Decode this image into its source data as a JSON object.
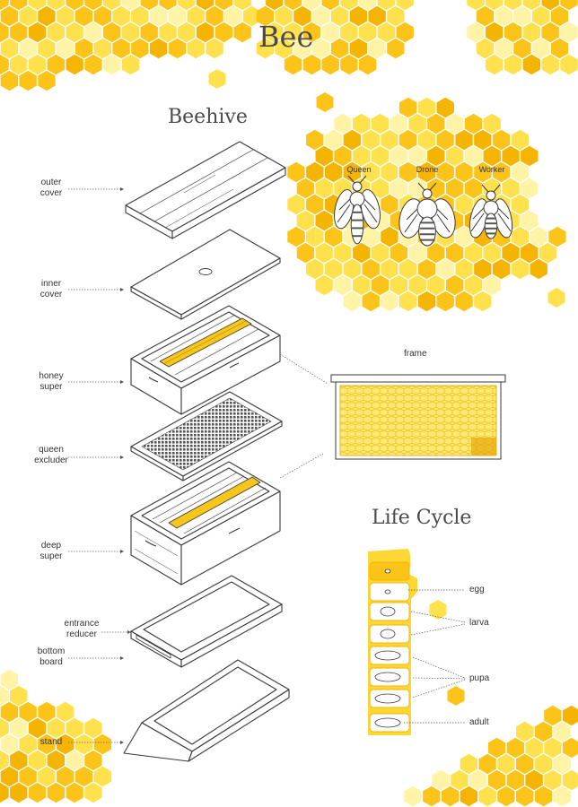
{
  "title": "Bee",
  "beehive": {
    "heading": "Beehive",
    "parts": [
      {
        "line1": "outer",
        "line2": "cover"
      },
      {
        "line1": "inner",
        "line2": "cover"
      },
      {
        "line1": "honey",
        "line2": "super"
      },
      {
        "line1": "queen",
        "line2": "excluder"
      },
      {
        "line1": "deep",
        "line2": "super"
      },
      {
        "line1": "entrance",
        "line2": "reducer"
      },
      {
        "line1": "bottom",
        "line2": "board"
      },
      {
        "line1": "stand",
        "line2": ""
      }
    ],
    "frame_label": "frame"
  },
  "castes": [
    "Queen",
    "Drone",
    "Worker"
  ],
  "life_cycle": {
    "heading": "Life Cycle",
    "stages": [
      "egg",
      "larva",
      "pupa",
      "adult"
    ]
  },
  "colors": {
    "honey_light": "#ffe14d",
    "honey_mid": "#fcc419",
    "honey_dark": "#f5b400",
    "honey_pale": "#fff3a6",
    "line": "#3a3a3a"
  }
}
